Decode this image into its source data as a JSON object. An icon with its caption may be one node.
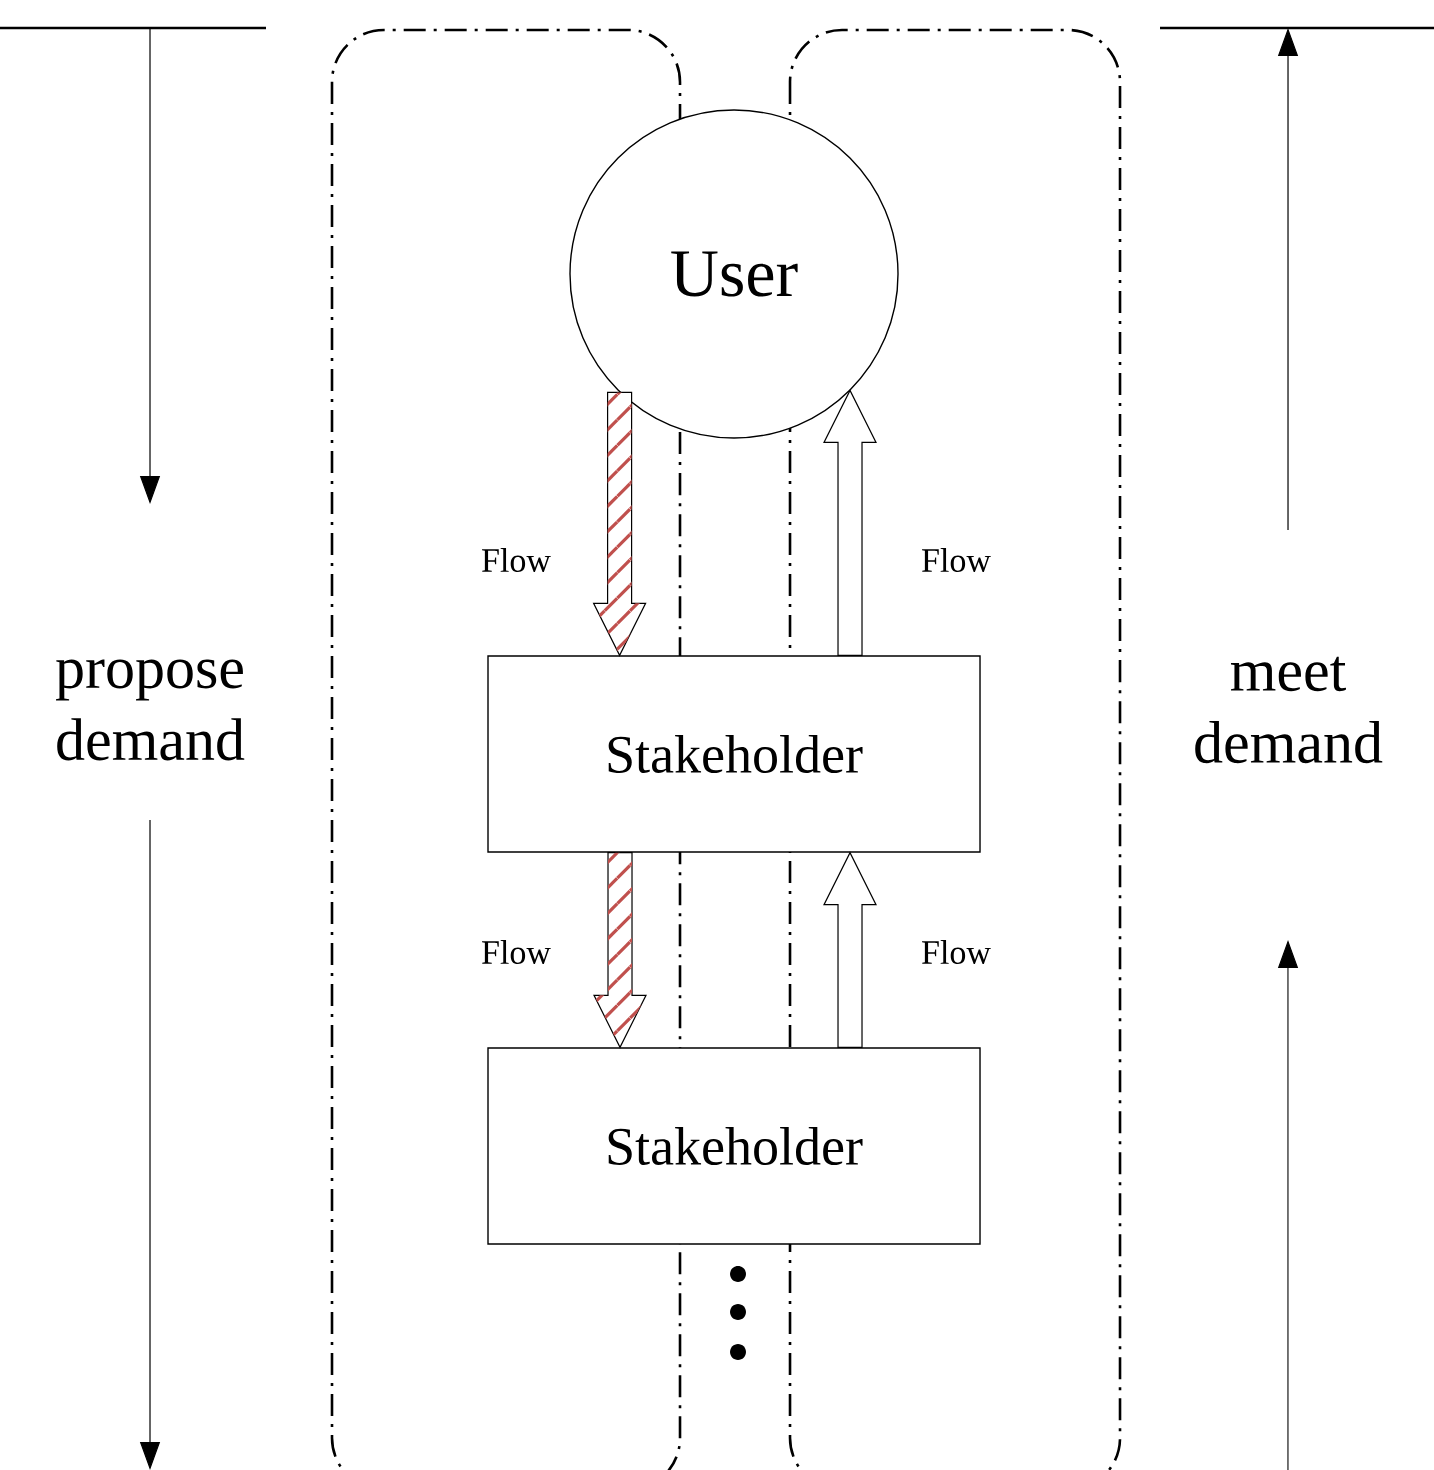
{
  "diagram": {
    "nodes": [
      {
        "text": [
          "User"
        ]
      },
      {
        "text": [
          "Stakeholder"
        ]
      },
      {
        "text": [
          "Stakeholder"
        ]
      }
    ],
    "edges": [
      {
        "from": 0,
        "to": 1,
        "arrow": "to",
        "label": "Flow",
        "color": "#c0504d"
      },
      {
        "from": 1,
        "to": 0,
        "arrow": "to",
        "label": "Flow"
      },
      {
        "from": 1,
        "to": 2,
        "arrow": "to",
        "label": "Flow",
        "color": "#c0504d"
      },
      {
        "from": 2,
        "to": 1,
        "arrow": "to",
        "label": "Flow"
      }
    ],
    "labels": [
      "propose demand",
      "meet demand"
    ]
  }
}
